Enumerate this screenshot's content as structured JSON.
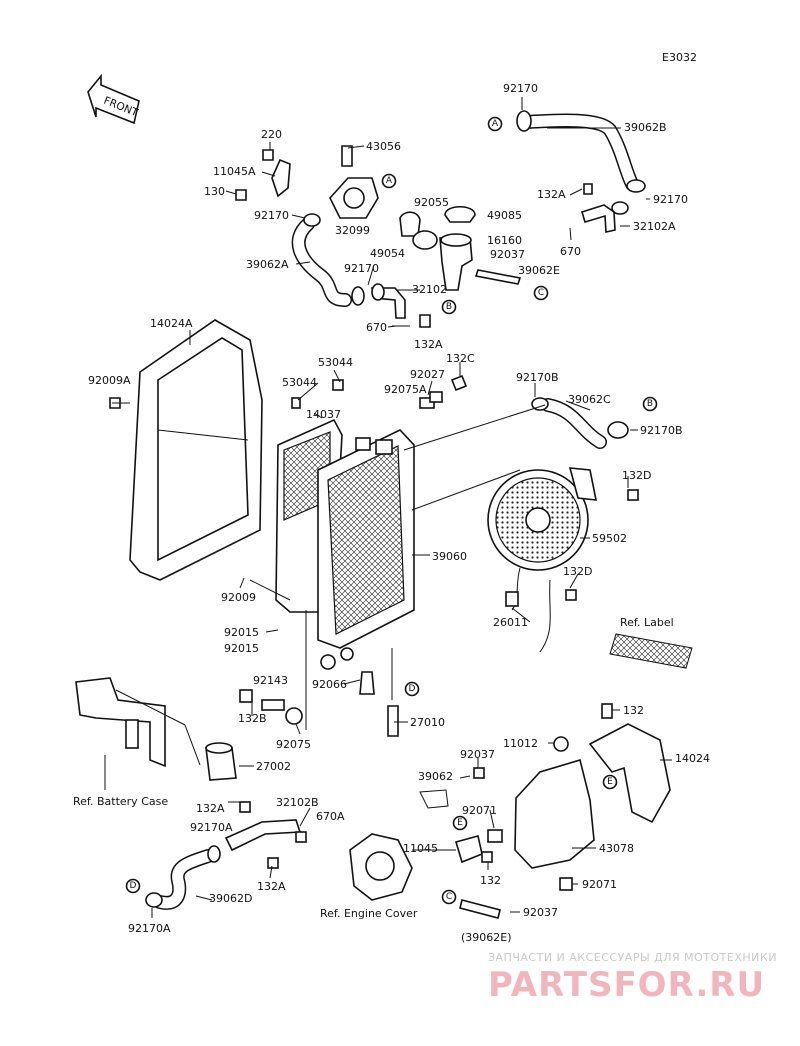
{
  "diagram_code": "E3032",
  "front_label": "FRONT",
  "callouts": {
    "A": "A",
    "B": "B",
    "C": "C",
    "D": "D",
    "E": "E"
  },
  "labels": {
    "p92170_top": "92170",
    "p39062B": "39062B",
    "p92170_right": "92170",
    "p132A_right": "132A",
    "p32102A": "32102A",
    "p670_right": "670",
    "p220": "220",
    "p43056": "43056",
    "p11045A": "11045A",
    "p130": "130",
    "p92170_left": "92170",
    "p32099": "32099",
    "p92055": "92055",
    "p49085": "49085",
    "p16160": "16160",
    "p49054": "49054",
    "p92037_top": "92037",
    "p39062E": "39062E",
    "p39062A": "39062A",
    "p92170_mid": "92170",
    "p32102": "32102",
    "p670_mid": "670",
    "p132A_mid": "132A",
    "p14024A": "14024A",
    "p92009A": "92009A",
    "p53044_a": "53044",
    "p53044_b": "53044",
    "p132C": "132C",
    "p92027": "92027",
    "p92075A": "92075A",
    "p14037": "14037",
    "p92170B_a": "92170B",
    "p39062C": "39062C",
    "p92170B_b": "92170B",
    "p132D_a": "132D",
    "p59502": "59502",
    "p39060": "39060",
    "p132D_b": "132D",
    "p92009": "92009",
    "p26011": "26011",
    "p92015_a": "92015",
    "p92015_b": "92015",
    "ref_label": "Ref. Label",
    "p92066": "92066",
    "p92143": "92143",
    "p132B": "132B",
    "p27010": "27010",
    "p92075": "92075",
    "p132_right": "132",
    "p14024": "14024",
    "p27002": "27002",
    "p11012": "11012",
    "p92037_mid": "92037",
    "ref_battery": "Ref. Battery Case",
    "p39062": "39062",
    "p92071_a": "92071",
    "p132A_low": "132A",
    "p32102B": "32102B",
    "p670A": "670A",
    "p92170A_a": "92170A",
    "p11045": "11045",
    "p43078": "43078",
    "p132_low": "132",
    "p132A_bottom": "132A",
    "p92071_b": "92071",
    "p39062D": "39062D",
    "ref_engine": "Ref. Engine Cover",
    "p92037_bottom": "92037",
    "p92170A_b": "92170A",
    "p39062E_paren": "(39062E)"
  },
  "watermark": {
    "line1": "ЗАПЧАСТИ И АКСЕССУАРЫ ДЛЯ МОТОТЕХНИКИ",
    "line2": "PARTSFOR.RU"
  }
}
